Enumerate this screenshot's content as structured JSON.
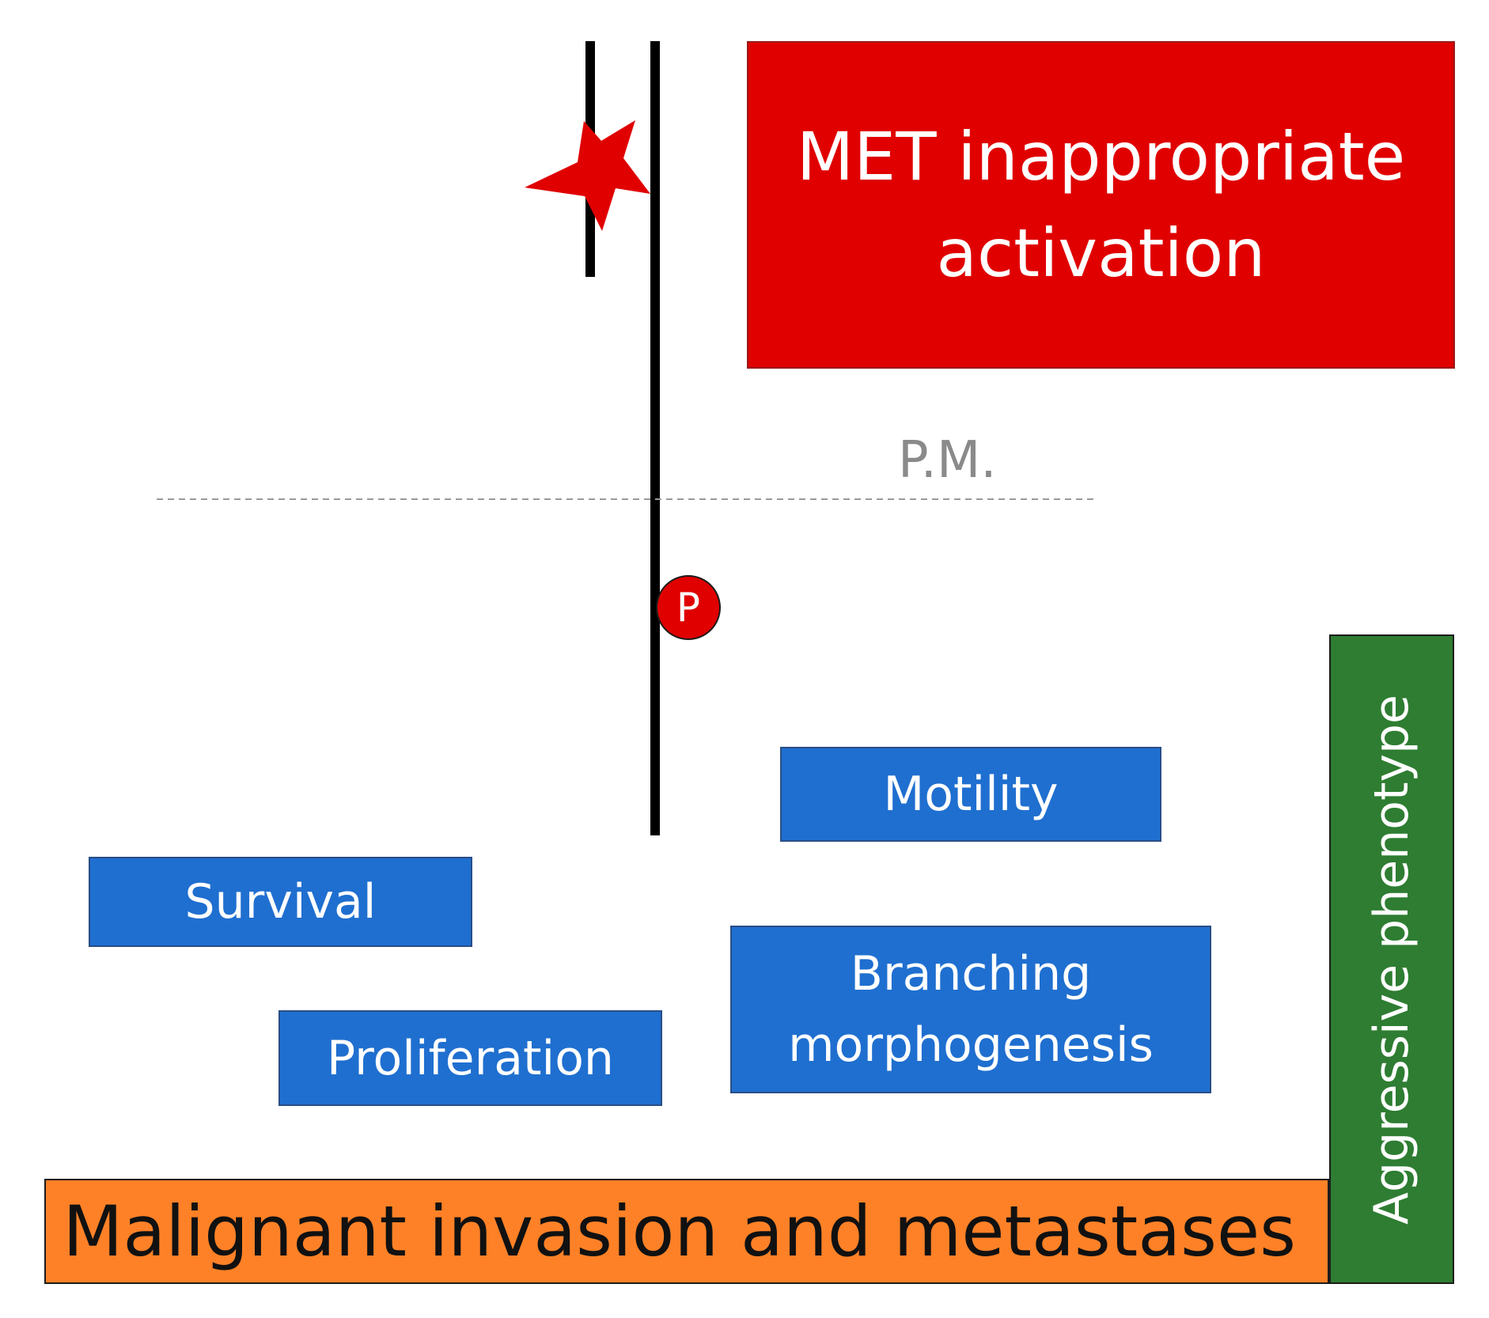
{
  "met_box": {
    "label": "MET inappropriate activation"
  },
  "membrane": {
    "label": "P.M."
  },
  "phospho": {
    "label": "P"
  },
  "outcomes": {
    "motility": "Motility",
    "survival": "Survival",
    "branching": "Branching morphogenesis",
    "proliferation": "Proliferation"
  },
  "malignant": {
    "label": "Malignant invasion and metastases"
  },
  "aggressive": {
    "label": "Aggressive phenotype"
  },
  "colors": {
    "met_red": "#e00000",
    "outcome_blue": "#1f6fd0",
    "malignant_orange": "#ff8127",
    "aggressive_green": "#2e7d32"
  }
}
